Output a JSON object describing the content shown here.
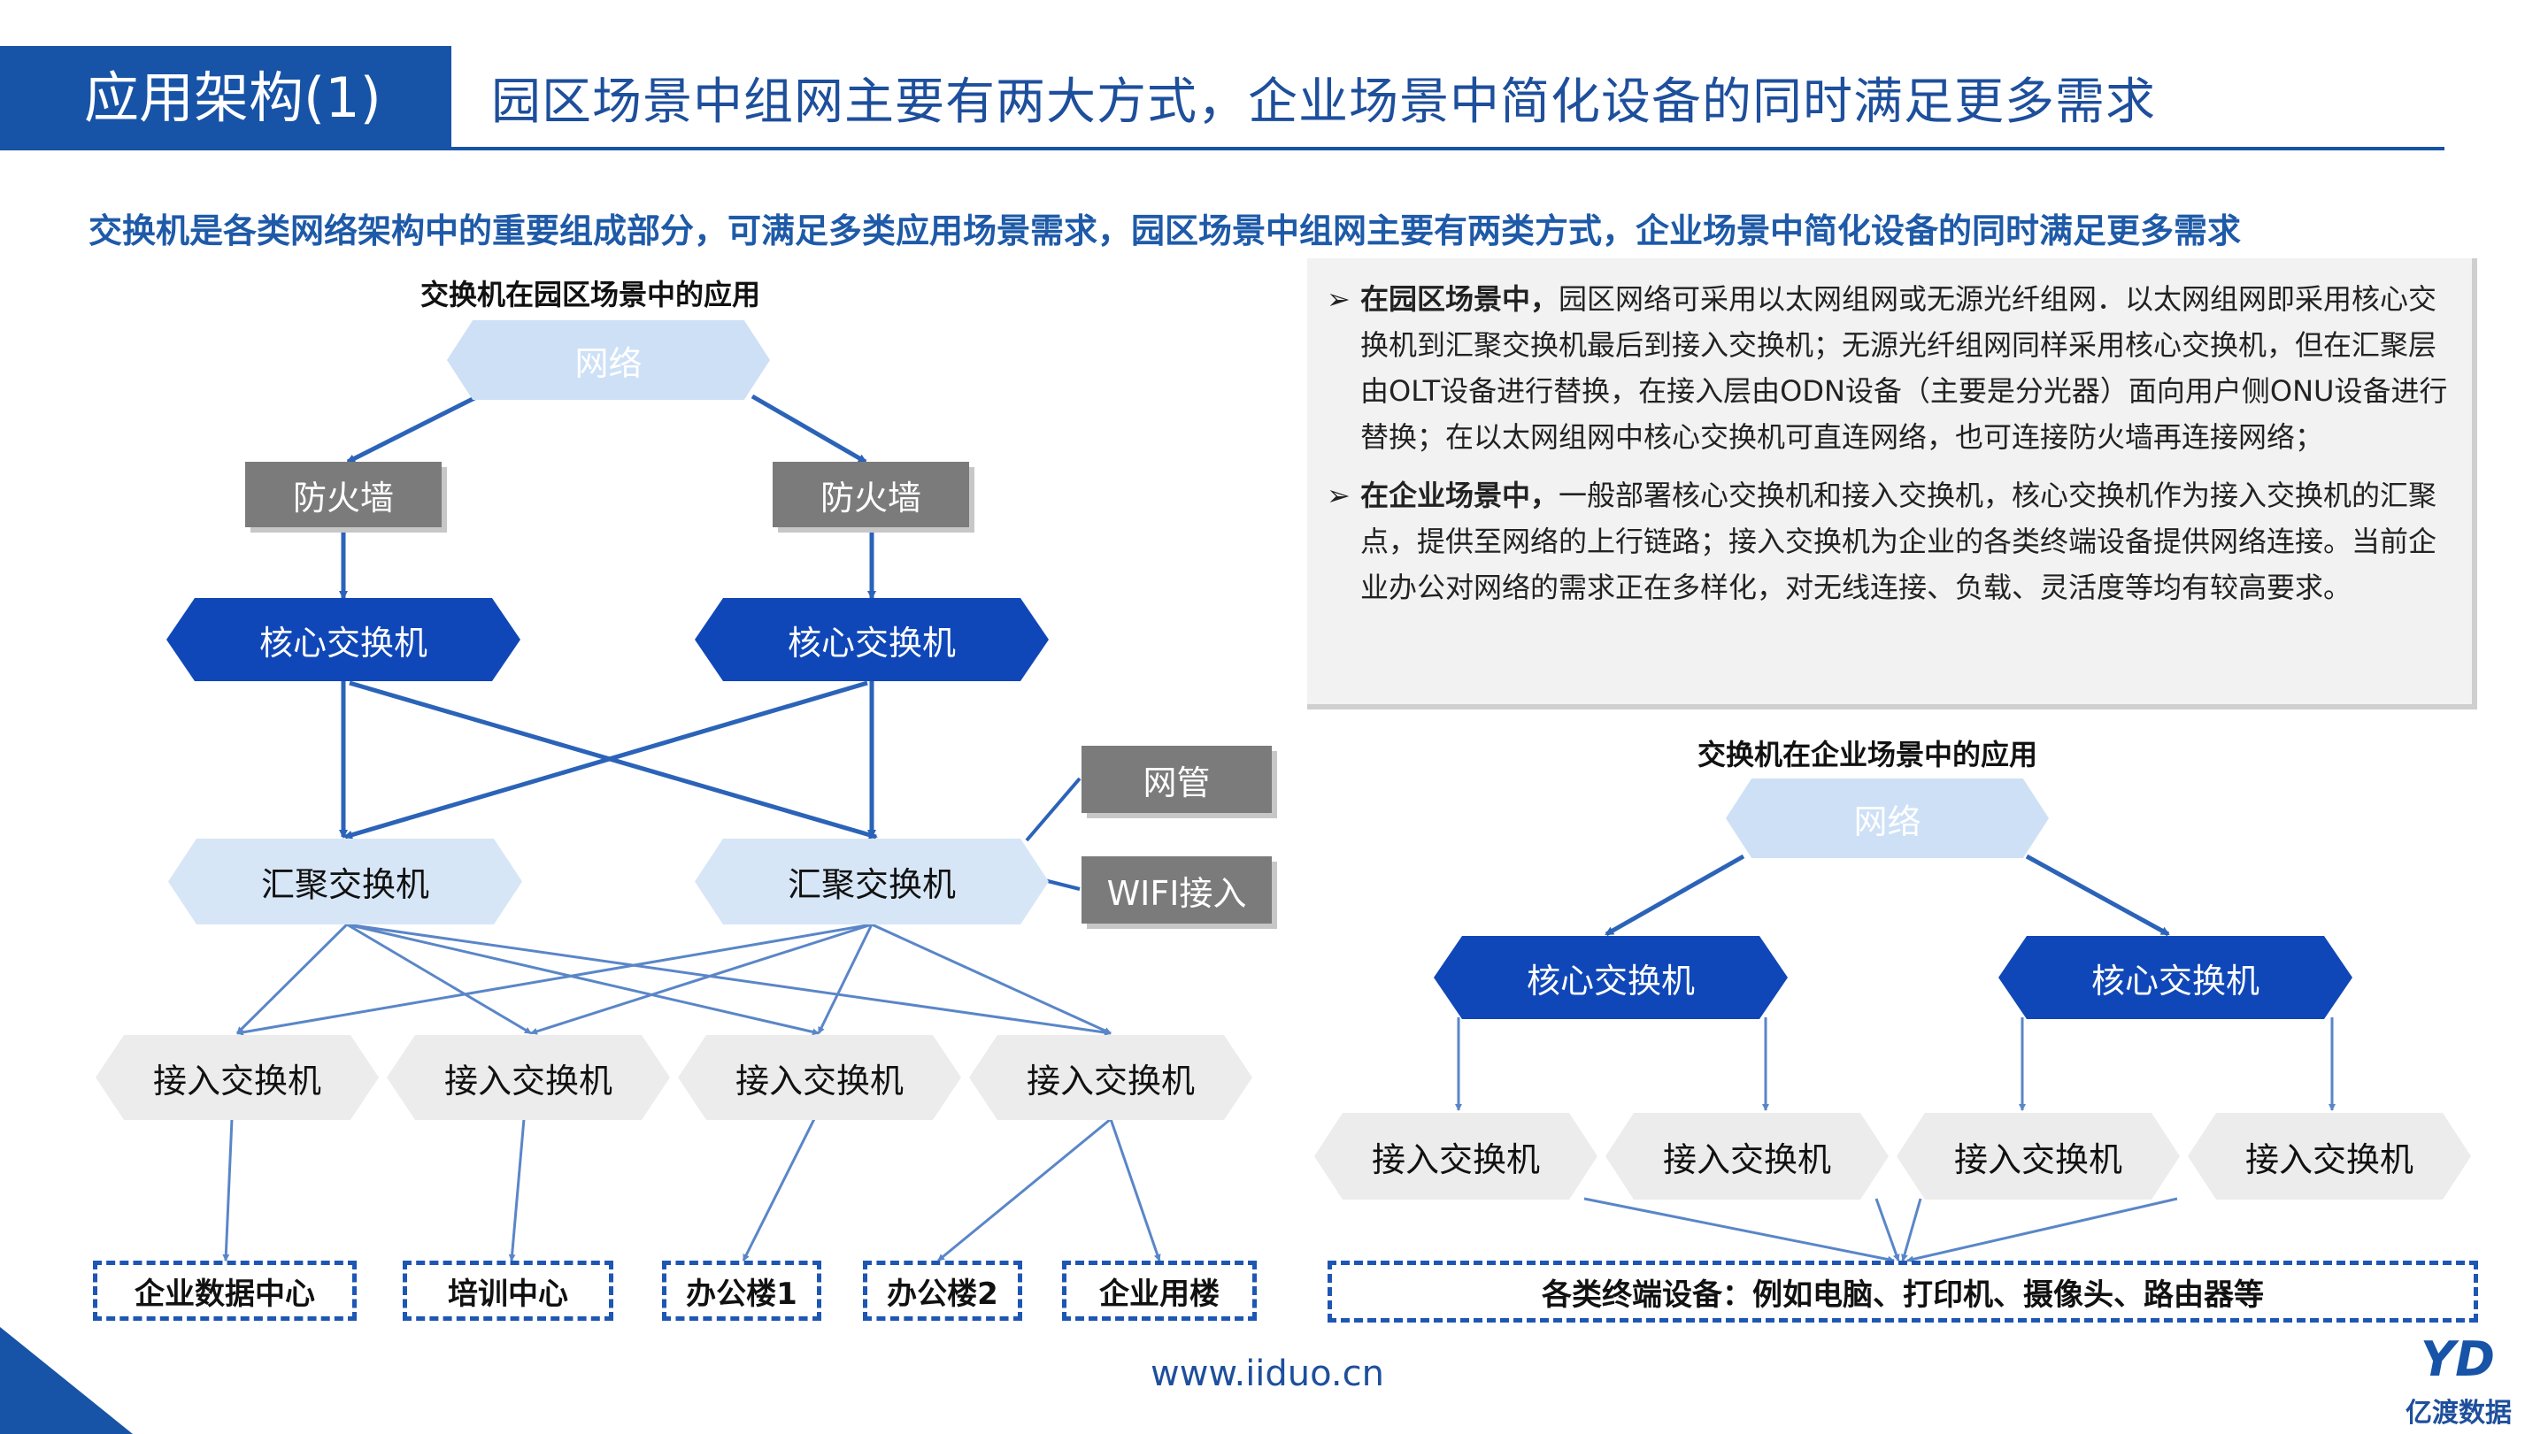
{
  "header": {
    "section_title": "应用架构(1)",
    "main_title": "园区场景中组网主要有两大方式，企业场景中简化设备的同时满足更多需求"
  },
  "subtitle": "交换机是各类网络架构中的重要组成部分，可满足多类应用场景需求，园区场景中组网主要有两类方式，企业场景中简化设备的同时满足更多需求",
  "campus": {
    "label": "交换机在园区场景中的应用",
    "network": "网络",
    "firewall_left": "防火墙",
    "firewall_right": "防火墙",
    "core_left": "核心交换机",
    "core_right": "核心交换机",
    "agg_left": "汇聚交换机",
    "agg_right": "汇聚交换机",
    "netmgmt": "网管",
    "wifi": "WIFI接入",
    "access": [
      "接入交换机",
      "接入交换机",
      "接入交换机",
      "接入交换机"
    ],
    "endpoints": [
      "企业数据中心",
      "培训中心",
      "办公楼1",
      "办公楼2",
      "企业用楼"
    ]
  },
  "enterprise": {
    "label": "交换机在企业场景中的应用",
    "network": "网络",
    "core_left": "核心交换机",
    "core_right": "核心交换机",
    "access": [
      "接入交换机",
      "接入交换机",
      "接入交换机",
      "接入交换机"
    ],
    "terminals": "各类终端设备：例如电脑、打印机、摄像头、路由器等"
  },
  "notes": {
    "campus_head": "在园区场景中，",
    "campus_body": "园区网络可采用以太网组网或无源光纤组网．以太网组网即采用核心交换机到汇聚交换机最后到接入交换机；无源光纤组网同样采用核心交换机，但在汇聚层由OLT设备进行替换，在接入层由ODN设备（主要是分光器）面向用户侧ONU设备进行替换；在以太网组网中核心交换机可直连网络，也可连接防火墙再连接网络；",
    "enterprise_head": "在企业场景中，",
    "enterprise_body": "一般部署核心交换机和接入交换机，核心交换机作为接入交换机的汇聚点，提供至网络的上行链路；接入交换机为企业的各类终端设备提供网络连接。当前企业办公对网络的需求正在多样化，对无线连接、负载、灵活度等均有较高要求。"
  },
  "footer": {
    "url": "www.iiduo.cn",
    "logo_mark": "YD",
    "logo_text": "亿渡数据"
  },
  "colors": {
    "brand_blue": "#1753a6",
    "core_blue": "#1047b8",
    "light_blue": "#cde0f6",
    "gray_box": "#7b7b7b",
    "line_blue": "#2b63b8"
  }
}
